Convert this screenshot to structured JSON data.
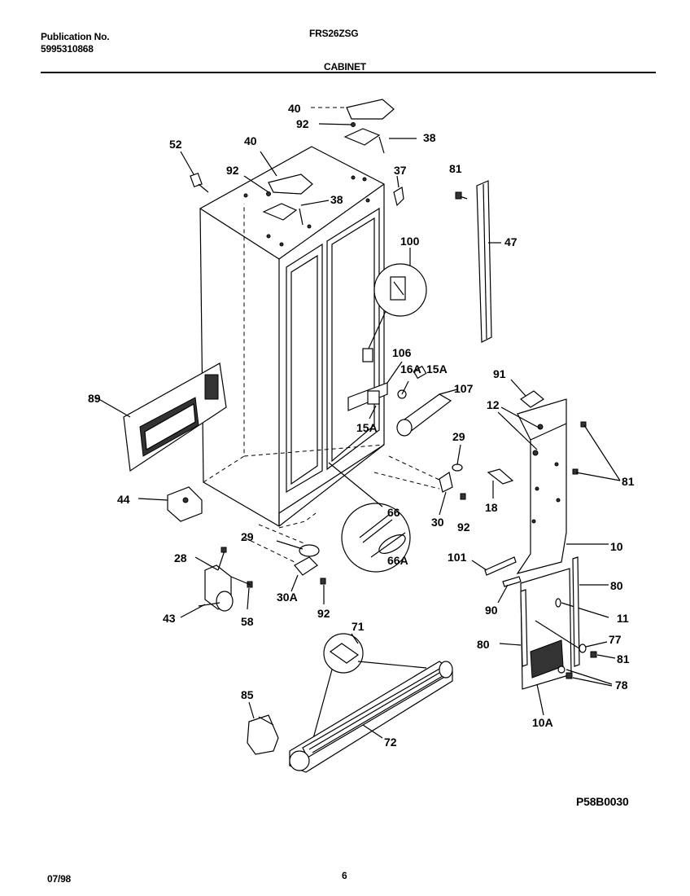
{
  "header": {
    "publication_label": "Publication No.",
    "publication_number": "5995310868",
    "model": "FRS26ZSG",
    "section": "CABINET"
  },
  "footer": {
    "date": "07/98",
    "page": "6",
    "figure_code": "P58B0030"
  },
  "callouts": {
    "c40a": "40",
    "c92a": "92",
    "c38a": "38",
    "c52": "52",
    "c40b": "40",
    "c92b": "92",
    "c38b": "38",
    "c37": "37",
    "c81a": "81",
    "c47": "47",
    "c100": "100",
    "c106": "106",
    "c16A": "16A",
    "c15Aa": "15A",
    "c107": "107",
    "c15Ab": "15A",
    "c89": "89",
    "c91": "91",
    "c12": "12",
    "c81b": "81",
    "c29a": "29",
    "c18": "18",
    "c44": "44",
    "c30": "30",
    "c92c": "92",
    "c66": "66",
    "c66A": "66A",
    "c29b": "29",
    "c10": "10",
    "c28": "28",
    "c101": "101",
    "c80a": "80",
    "c30A": "30A",
    "c90": "90",
    "c11": "11",
    "c43": "43",
    "c58": "58",
    "c92d": "92",
    "c71": "71",
    "c77": "77",
    "c80b": "80",
    "c81c": "81",
    "c78": "78",
    "c85": "85",
    "c10A": "10A",
    "c72": "72"
  }
}
